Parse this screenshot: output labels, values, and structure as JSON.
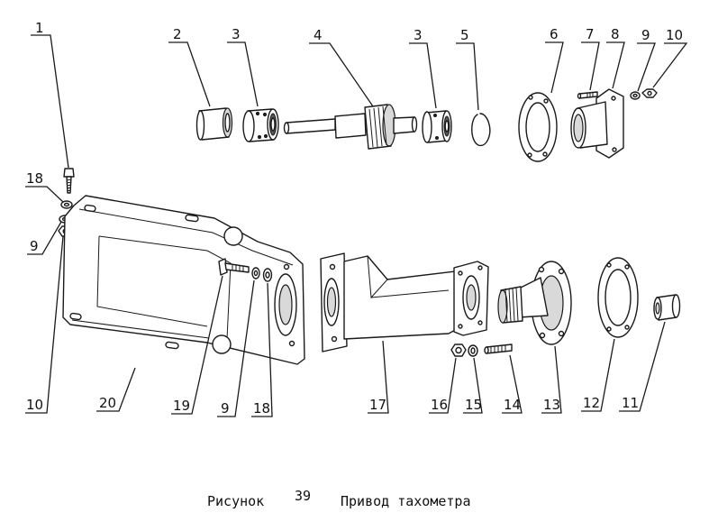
{
  "figure": {
    "caption_word": "Рисунок",
    "caption_number": "39",
    "caption_title": "Привод тахометра"
  },
  "callouts": [
    {
      "id": "c1",
      "label": "1"
    },
    {
      "id": "c2",
      "label": "2"
    },
    {
      "id": "c3a",
      "label": "3"
    },
    {
      "id": "c4",
      "label": "4"
    },
    {
      "id": "c3b",
      "label": "3"
    },
    {
      "id": "c5",
      "label": "5"
    },
    {
      "id": "c6",
      "label": "6"
    },
    {
      "id": "c7",
      "label": "7"
    },
    {
      "id": "c8",
      "label": "8"
    },
    {
      "id": "c9a",
      "label": "9"
    },
    {
      "id": "c10a",
      "label": "10"
    },
    {
      "id": "c18a",
      "label": "18"
    },
    {
      "id": "c9b",
      "label": "9"
    },
    {
      "id": "c10b",
      "label": "10"
    },
    {
      "id": "c20",
      "label": "20"
    },
    {
      "id": "c19",
      "label": "19"
    },
    {
      "id": "c9c",
      "label": "9"
    },
    {
      "id": "c18b",
      "label": "18"
    },
    {
      "id": "c17",
      "label": "17"
    },
    {
      "id": "c16",
      "label": "16"
    },
    {
      "id": "c15",
      "label": "15"
    },
    {
      "id": "c14",
      "label": "14"
    },
    {
      "id": "c13",
      "label": "13"
    },
    {
      "id": "c12",
      "label": "12"
    },
    {
      "id": "c11",
      "label": "11"
    }
  ]
}
